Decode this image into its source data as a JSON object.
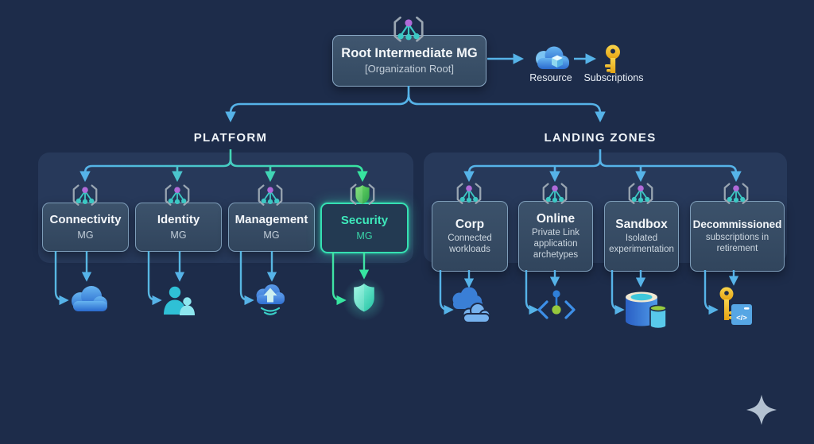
{
  "root_node": {
    "title": "Root Intermediate MG",
    "subtitle": "[Organization Root]",
    "icon": "management-group"
  },
  "top_flow": {
    "resource_label": "Resource",
    "subscriptions_label": "Subscriptions",
    "resource_icon": "cloud-resource",
    "subscriptions_icon": "key"
  },
  "platform": {
    "label": "PLATFORM",
    "nodes": [
      {
        "title": "Connectivity",
        "subtitle": "MG",
        "badge_icon": "management-group",
        "resource_icon": "cloud"
      },
      {
        "title": "Identity",
        "subtitle": "MG",
        "badge_icon": "management-group",
        "resource_icon": "users"
      },
      {
        "title": "Management",
        "subtitle": "MG",
        "badge_icon": "management-group",
        "resource_icon": "cloud-upload"
      },
      {
        "title": "Security",
        "subtitle": "MG",
        "badge_icon": "shield",
        "resource_icon": "shield-glow",
        "highlighted": true
      }
    ]
  },
  "landing_zones": {
    "label": "LANDING ZONES",
    "nodes": [
      {
        "title": "Corp",
        "subtitle": "Connected workloads",
        "badge_icon": "management-group",
        "resource_icon": "two-clouds"
      },
      {
        "title": "Online",
        "subtitle": "Private Link application archetypes",
        "badge_icon": "management-group",
        "resource_icon": "private-link"
      },
      {
        "title": "Sandbox",
        "subtitle": "Isolated experimentation",
        "badge_icon": "management-group",
        "resource_icon": "databases"
      },
      {
        "title": "Decommissioned",
        "subtitle": "subscriptions in retirement",
        "badge_icon": "management-group",
        "resource_icon": "key-and-code"
      }
    ]
  },
  "colors": {
    "background": "#1d2c4a",
    "line_blue": "#56b3e8",
    "accent_green": "#37e5a0",
    "highlight_teal": "#35e0b2",
    "node_fill": "#35495f",
    "node_border": "#7e9db9"
  }
}
